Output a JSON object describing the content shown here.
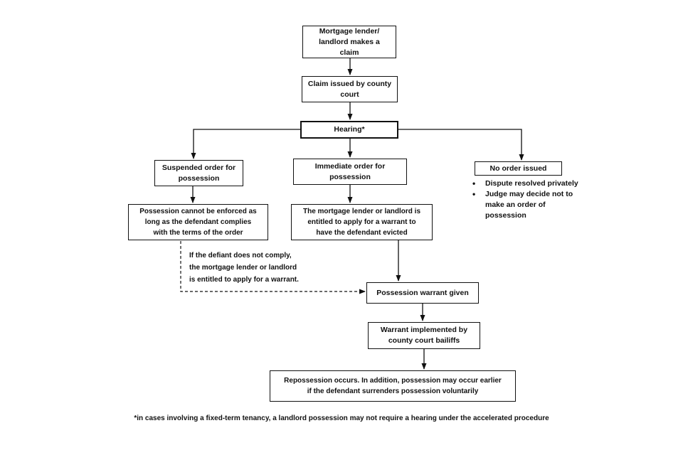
{
  "flowchart": {
    "colors": {
      "background": "#ffffff",
      "line": "#111111",
      "text": "#111111"
    },
    "nodes": {
      "claim_made": {
        "lines": [
          "Mortgage lender/",
          "landlord makes a",
          "claim"
        ]
      },
      "claim_issued": {
        "lines": [
          "Claim issued by county",
          "court"
        ]
      },
      "hearing": {
        "lines": [
          "Hearing*"
        ]
      },
      "suspended_order": {
        "lines": [
          "Suspended order for",
          "possession"
        ]
      },
      "immediate_order": {
        "lines": [
          "Immediate order for",
          "possession"
        ]
      },
      "no_order": {
        "lines": [
          "No order issued"
        ]
      },
      "possession_cannot": {
        "lines": [
          "Possession cannot be enforced as",
          "long as the defendant complies",
          "with the terms of the order"
        ]
      },
      "entitled_warrant": {
        "lines": [
          "The mortgage lender or landlord is",
          "entitled to apply for a warrant to",
          "have the defendant evicted"
        ]
      },
      "warrant_given": {
        "lines": [
          "Possession warrant given"
        ]
      },
      "warrant_implemented": {
        "lines": [
          "Warrant implemented by",
          "county court bailiffs"
        ]
      },
      "repossession": {
        "lines": [
          "Repossession occurs. In addition, possession may occur earlier",
          "if the defendant surrenders possession voluntarily"
        ]
      }
    },
    "no_order_bullets": [
      "Dispute resolved privately",
      "Judge may decide not to make an order of possession"
    ],
    "note": {
      "lines": [
        "If the defiant does not comply,",
        "the mortgage lender or landlord",
        "is entitled to apply for a warrant."
      ]
    },
    "footnote": "*in cases involving a fixed-term tenancy, a landlord possession may not require a hearing under the accelerated procedure"
  }
}
